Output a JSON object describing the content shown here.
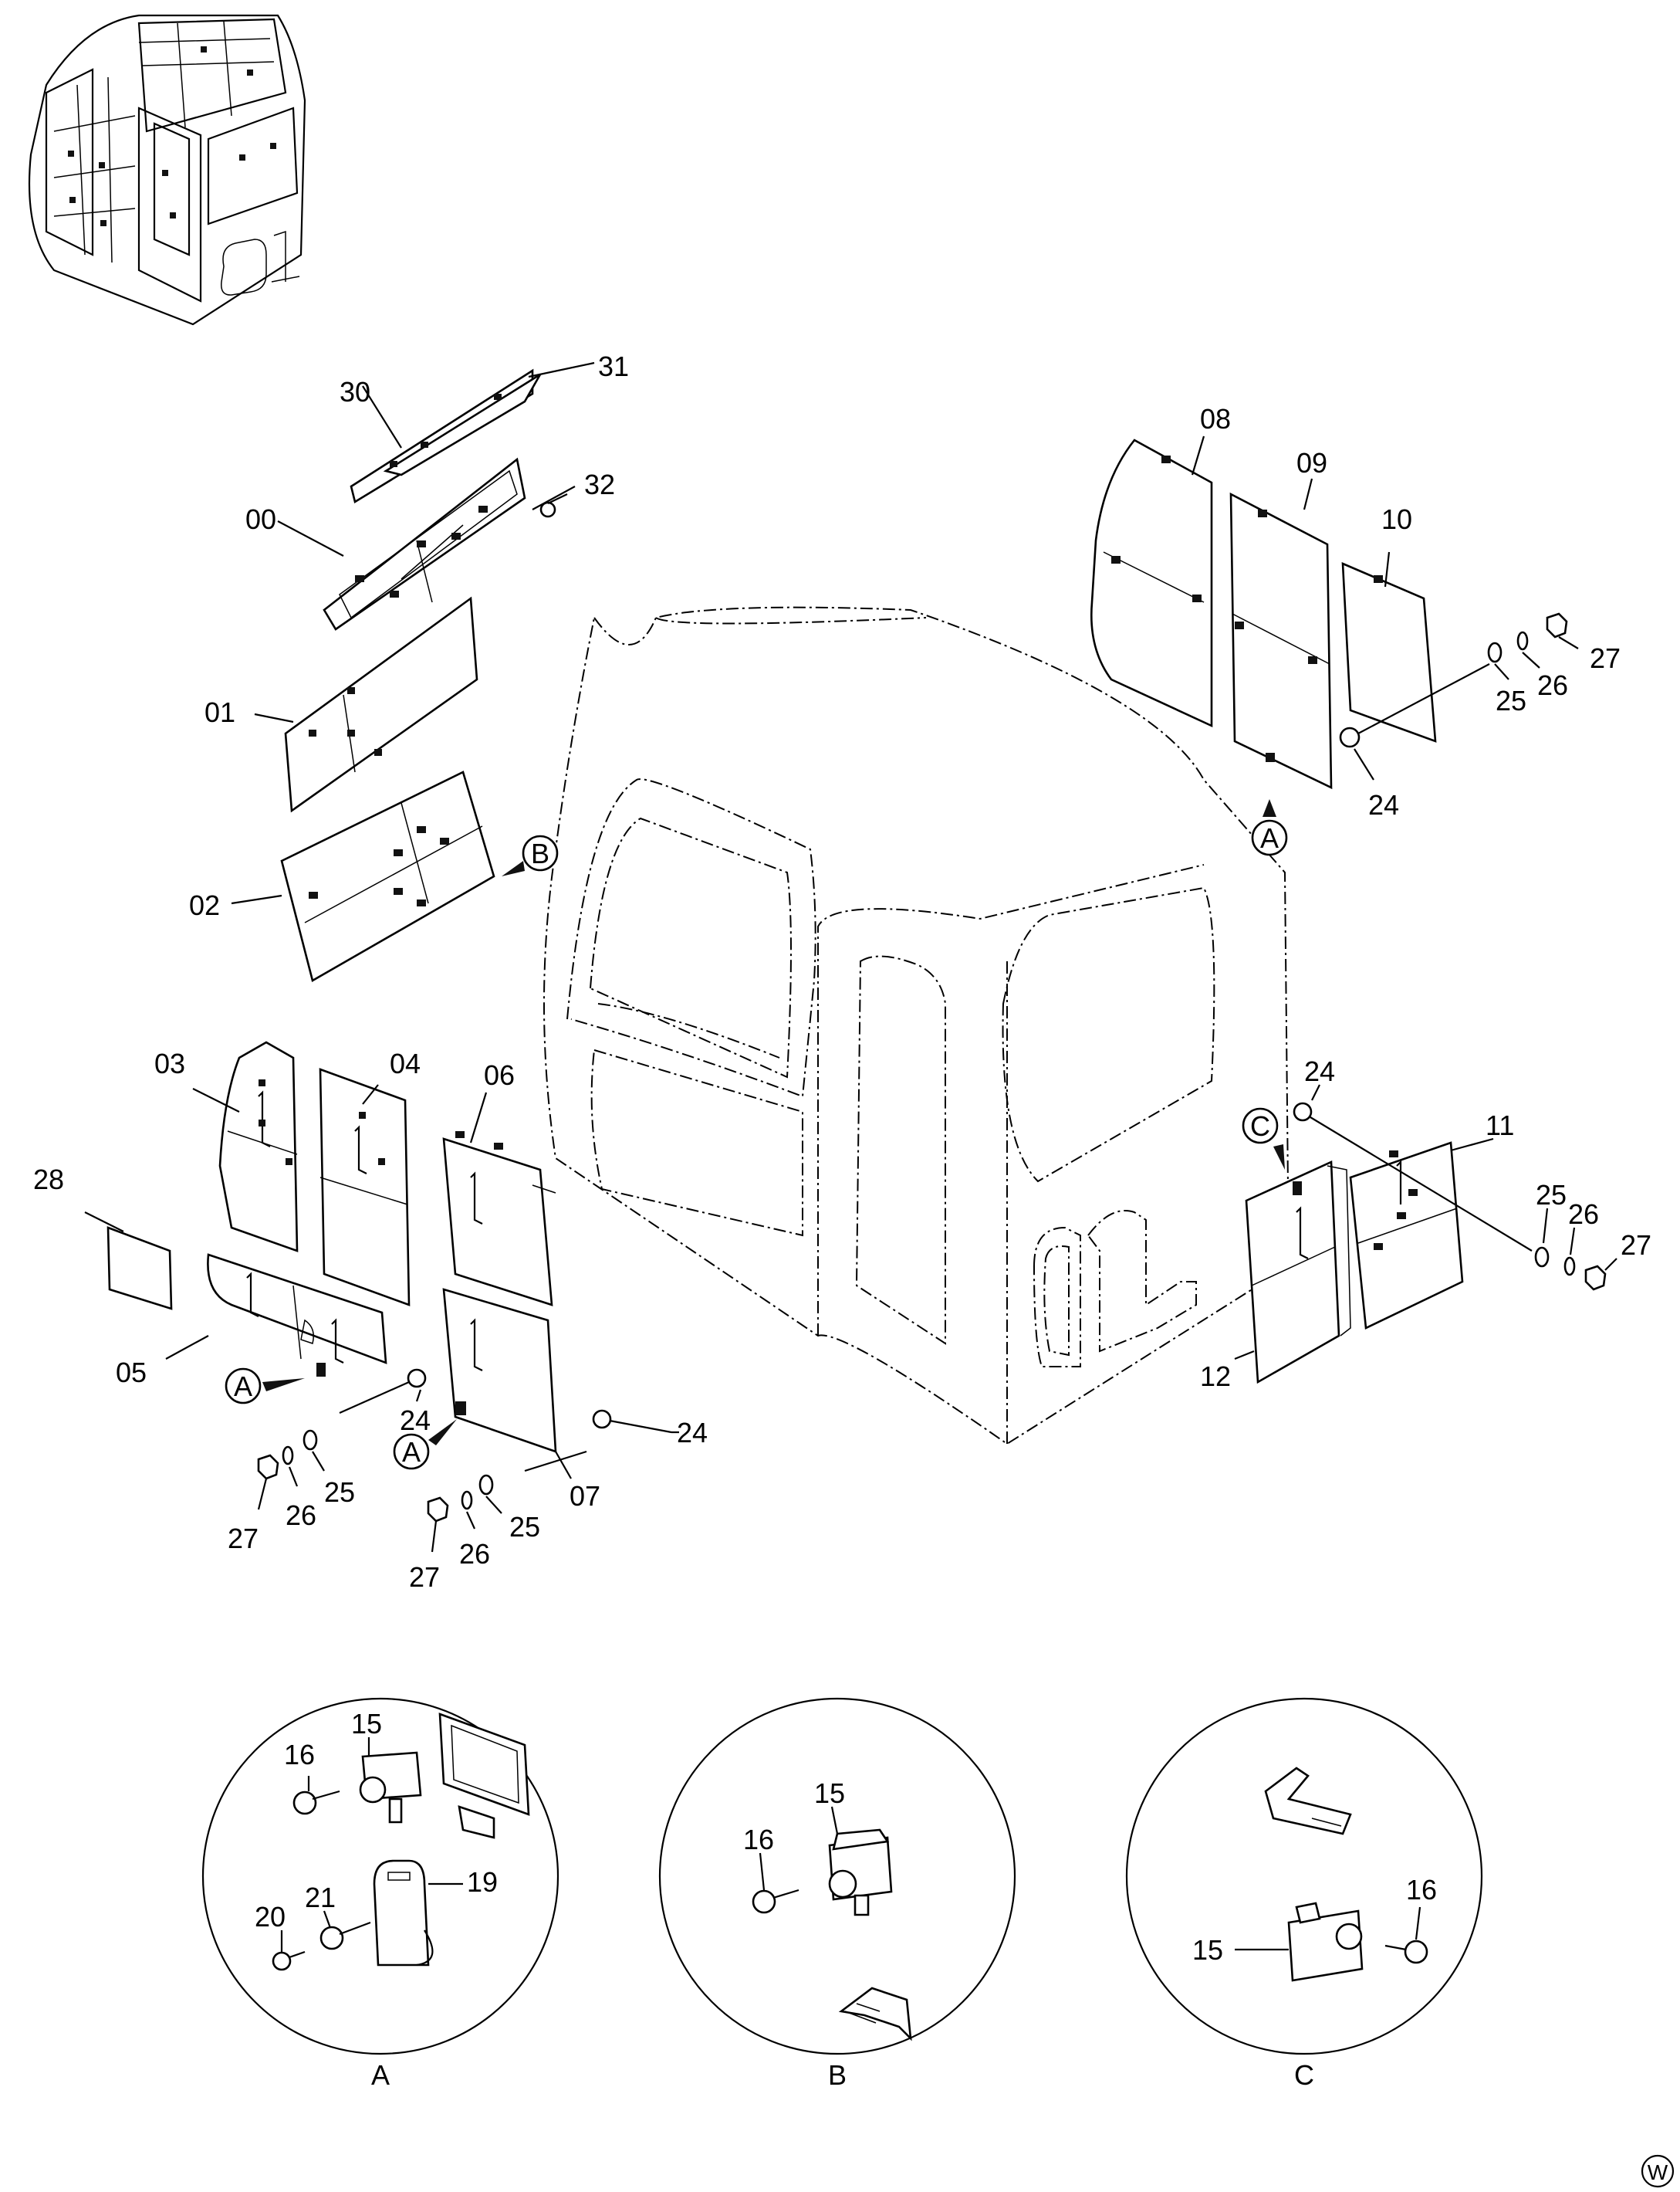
{
  "labels": {
    "p30": "30",
    "p31": "31",
    "p32": "32",
    "p00": "00",
    "p01": "01",
    "p02": "02",
    "p03": "03",
    "p04": "04",
    "p05": "05",
    "p06": "06",
    "p07": "07",
    "p08": "08",
    "p09": "09",
    "p10": "10",
    "p11": "11",
    "p12": "12",
    "p28": "28",
    "n24": "24",
    "n25": "25",
    "n26": "26",
    "n27": "27",
    "d15": "15",
    "d16": "16",
    "d19": "19",
    "d20": "20",
    "d21": "21"
  },
  "markers": {
    "a": "A",
    "b": "B",
    "c": "C"
  },
  "details": {
    "a": "A",
    "b": "B",
    "c": "C"
  },
  "corner_mark": "W",
  "cab_logo": "01"
}
